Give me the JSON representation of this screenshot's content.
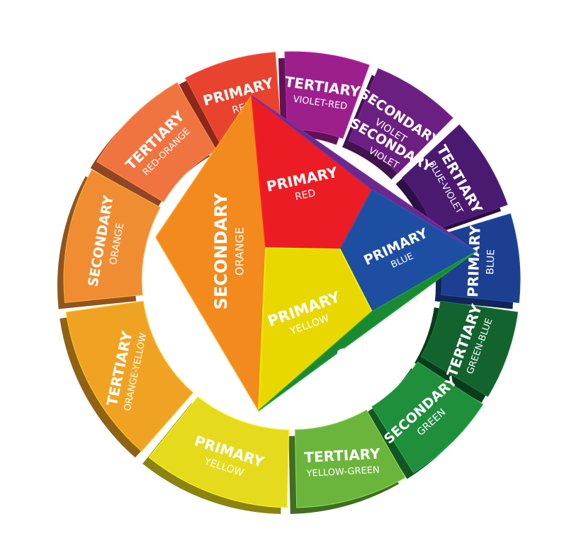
{
  "ring": [
    {
      "category": "PRIMARY",
      "name": "RED",
      "color": "#e8432f"
    },
    {
      "category": "TERTIARY",
      "name": "VIOLET-RED",
      "color": "#9c1f8c"
    },
    {
      "category": "SECONDARY",
      "name": "VIOLET",
      "color": "#6b1f80"
    },
    {
      "category": "TERTIARY",
      "name": "BLUE-VIOLET",
      "color": "#4a1a70"
    },
    {
      "category": "PRIMARY",
      "name": "BLUE",
      "color": "#1d3f92"
    },
    {
      "category": "TERTIARY",
      "name": "GREEN-BLUE",
      "color": "#13632f"
    },
    {
      "category": "SECONDARY",
      "name": "GREEN",
      "color": "#1f8f3c"
    },
    {
      "category": "TERTIARY",
      "name": "YELLOW-GREEN",
      "color": "#6cb53c"
    },
    {
      "category": "PRIMARY",
      "name": "YELLOW",
      "color": "#e6da1c"
    },
    {
      "category": "TERTIARY",
      "name": "ORANGE-YELLOW",
      "color": "#f0a322"
    },
    {
      "category": "SECONDARY",
      "name": "ORANGE",
      "color": "#f08c32"
    },
    {
      "category": "TERTIARY",
      "name": "RED-ORANGE",
      "color": "#f07440"
    }
  ],
  "pyramid": [
    {
      "category": "SECONDARY",
      "name": "ORANGE",
      "color": "#f28a1e"
    },
    {
      "category": "PRIMARY",
      "name": "RED",
      "color": "#ec1c24"
    },
    {
      "category": "SECONDARY",
      "name": "VIOLET",
      "color": "#6a2a8c"
    },
    {
      "category": "PRIMARY",
      "name": "BLUE",
      "color": "#1d4ea2"
    },
    {
      "category": "PRIMARY",
      "name": "YELLOW",
      "color": "#e9d800"
    },
    {
      "category": "SECONDARY",
      "name": "GREEN",
      "color": "#1a8a32"
    }
  ]
}
